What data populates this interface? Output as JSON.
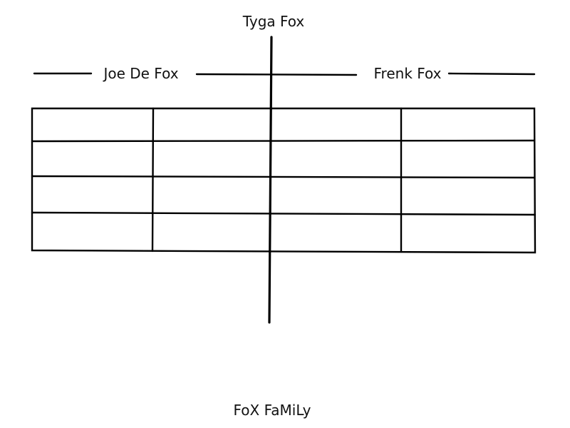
{
  "diagram": {
    "top_label": "Tyga Fox",
    "left_label": "Joe De Fox",
    "right_label": "Frenk Fox",
    "bottom_label": "FoX FaMiLy",
    "table": {
      "rows": 4,
      "columns": 4
    }
  }
}
